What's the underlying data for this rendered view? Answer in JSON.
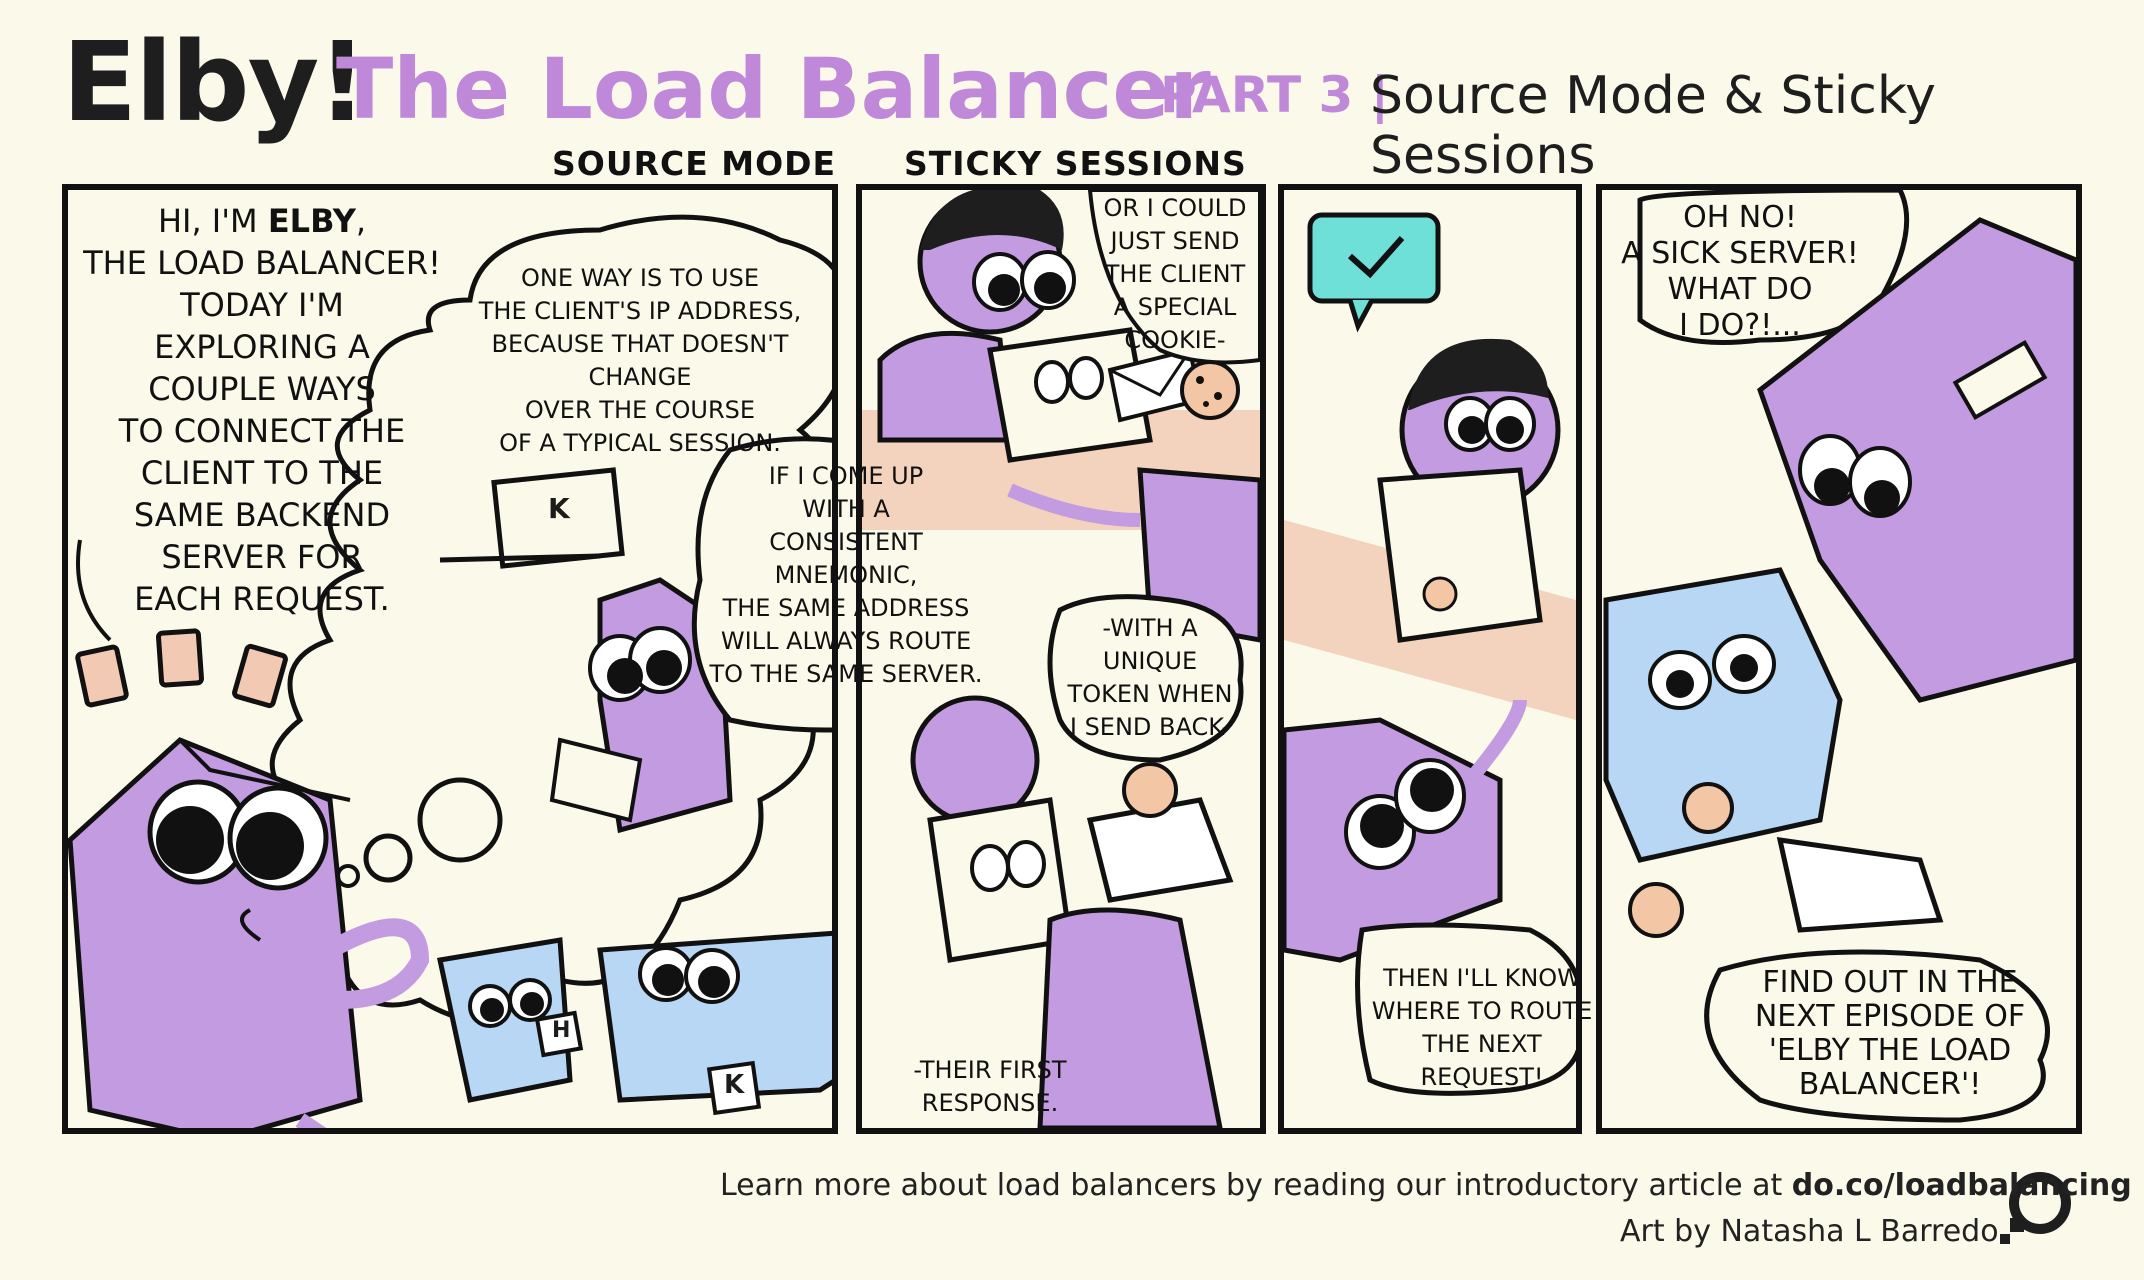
{
  "header": {
    "title_main": "Elby!",
    "title_sub": "The Load Balancer",
    "part_label": "PART 3 |",
    "part_title": "Source Mode & Sticky Sessions"
  },
  "sections": {
    "source_mode": "SOURCE MODE",
    "sticky_sessions": "STICKY SESSIONS"
  },
  "panel1": {
    "intro_pre": "HI, I'M ",
    "intro_name": "ELBY",
    "intro_post": ",\nTHE LOAD BALANCER!\nTODAY I'M\nEXPLORING A\nCOUPLE WAYS\nTO CONNECT THE\nCLIENT TO THE\nSAME BACKEND\nSERVER FOR\nEACH REQUEST."
  },
  "panel2": {
    "thought": "ONE WAY IS TO USE\nTHE CLIENT'S IP ADDRESS,\nBECAUSE THAT DOESN'T CHANGE\nOVER THE COURSE\nOF A TYPICAL SESSION.",
    "mnemonic": "IF I COME UP\nWITH A\nCONSISTENT\nMNEMONIC,\nTHE SAME ADDRESS\nWILL ALWAYS ROUTE\nTO THE SAME SERVER.",
    "laptop_letter": "K",
    "server_tag_h": "H",
    "server_tag_k": "K"
  },
  "panel3": {
    "cookie": "OR I COULD\nJUST SEND\nTHE CLIENT\nA SPECIAL\nCOOKIE-",
    "token": "-WITH A\nUNIQUE\nTOKEN WHEN\nI SEND BACK-",
    "response": "-THEIR FIRST\nRESPONSE."
  },
  "panel4": {
    "route": "THEN I'LL KNOW\nWHERE TO ROUTE\nTHE NEXT REQUEST!"
  },
  "panel5": {
    "sick": "OH NO!\nA SICK SERVER!\nWHAT DO\nI DO?!...",
    "next": "FIND OUT IN THE\nNEXT EPISODE OF\n'ELBY THE LOAD\nBALANCER'!"
  },
  "footer": {
    "learn_text": "Learn more about load balancers by reading our introductory article at ",
    "learn_link": "do.co/loadbalancing",
    "credit": "Art by Natasha L Barredo"
  },
  "colors": {
    "elby_purple": "#c39be0",
    "server_blue": "#b7d7f4",
    "check_teal": "#6fe0d8",
    "desk_peach": "#f3d3bd",
    "title_purple": "#c088d8",
    "background": "#fbf9ea"
  },
  "icons": [
    "check-icon",
    "cookie-icon",
    "envelope-icon",
    "laptop-icon",
    "logo-icon"
  ]
}
